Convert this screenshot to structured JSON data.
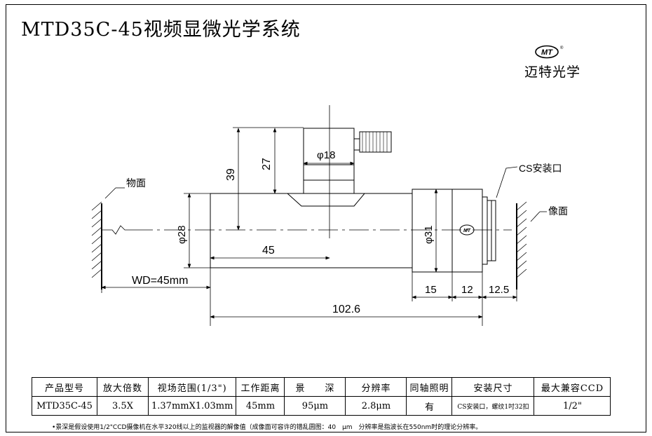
{
  "title": "MTD35C-45视频显微光学系统",
  "brand": {
    "logo_text": "MT",
    "reg_mark": "®",
    "name": "迈特光学"
  },
  "labels": {
    "object_plane": "物面",
    "image_plane": "像面",
    "cs_mount": "CS安装口",
    "wd": "WD=45mm",
    "dim_27": "27",
    "dim_39": "39",
    "dim_18": "φ18",
    "dim_28": "φ28",
    "dim_31": "φ31",
    "dim_45": "45",
    "dim_15": "15",
    "dim_12": "12",
    "dim_12_5": "12.5",
    "dim_102_6": "102.6",
    "lens_logo": "MT"
  },
  "table": {
    "headers": [
      "产品型号",
      "放大倍数",
      "视场范围(1/3\")",
      "工作距离",
      "景　　深",
      "分辨率",
      "同轴照明",
      "安装尺寸",
      "最大兼容CCD"
    ],
    "row": [
      "MTD35C-45",
      "3.5X",
      "1.37mmX1.03mm",
      "45mm",
      "95μm",
      "2.8μm",
      "有",
      "CS安装口，螺纹1吋32扣",
      "1/2\""
    ]
  },
  "note": "•景深是假设使用1/2\"CCD摄像机在水平320线以上的监视器的解像值（成像面可容许的错乱圆图：40　μm　分辨率是指波长在550nm时的理论分辨率。"
}
